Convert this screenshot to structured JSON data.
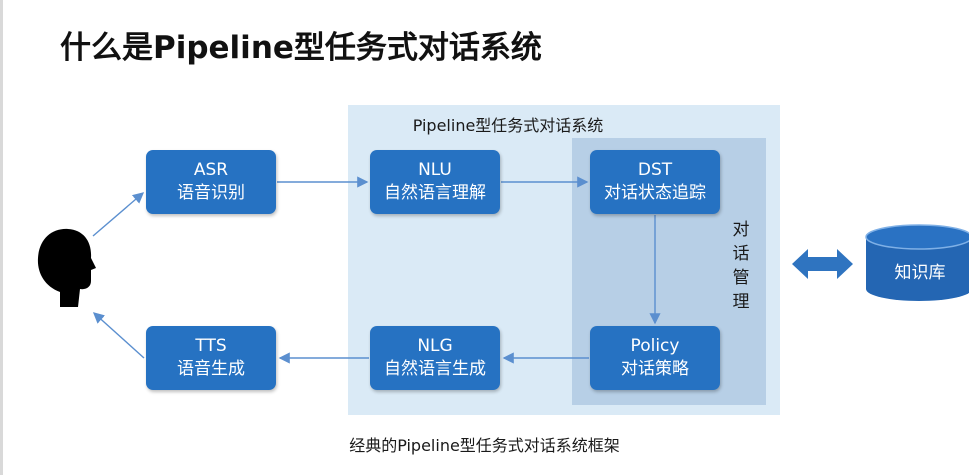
{
  "title": "什么是Pipeline型任务式对话系统",
  "panel_label": "Pipeline型任务式对话系统",
  "dialog_mgmt_label": "对\n话\n管\n理",
  "caption": "经典的Pipeline型任务式对话系统框架",
  "knowledge_base": "知识库",
  "modules": {
    "asr": {
      "name": "ASR",
      "desc": "语音识别"
    },
    "nlu": {
      "name": "NLU",
      "desc": "自然语言理解"
    },
    "dst": {
      "name": "DST",
      "desc": "对话状态追踪"
    },
    "policy": {
      "name": "Policy",
      "desc": "对话策略"
    },
    "nlg": {
      "name": "NLG",
      "desc": "自然语言生成"
    },
    "tts": {
      "name": "TTS",
      "desc": "语音生成"
    }
  },
  "colors": {
    "box": "#2672c2",
    "outer_panel": "#daeaf6",
    "inner_panel": "#b7cfe6",
    "arrow": "#5b8fcf",
    "double_arrow": "#2f74c0"
  },
  "icons": {
    "user": "user-head-icon",
    "database": "database-cylinder-icon"
  }
}
